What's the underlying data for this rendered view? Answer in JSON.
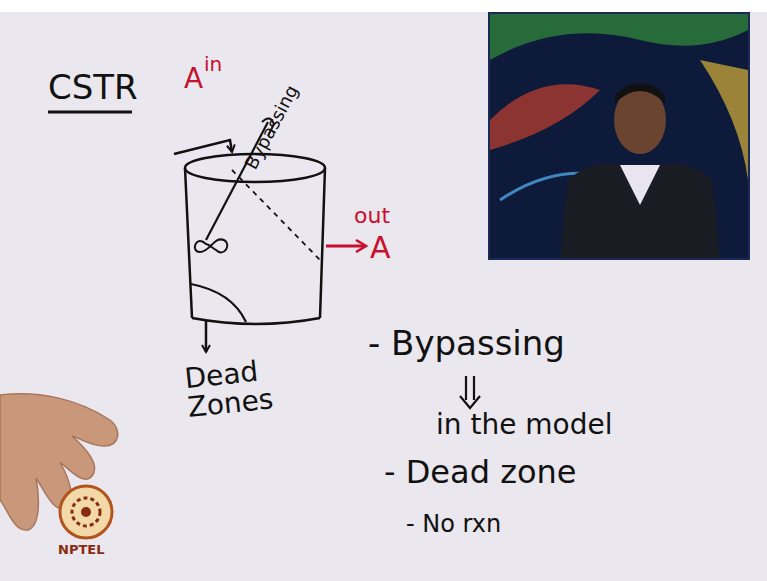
{
  "diagram": {
    "title": "CSTR",
    "labels": [
      "A",
      "in",
      "Bypassing",
      "out",
      "A",
      "Dead Zones",
      "- Bypassing",
      "in the model",
      "- Dead zone",
      "- No rxn",
      "NPTEL"
    ]
  }
}
